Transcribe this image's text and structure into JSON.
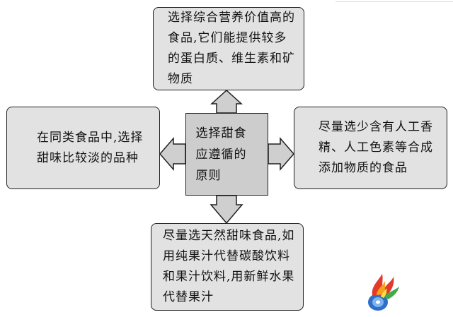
{
  "diagram": {
    "center": {
      "text": "选择甜食应遵循的原则"
    },
    "top": {
      "text": "选择综合营养价值高的食品,它们能提供较多的蛋白质、维生素和矿物质"
    },
    "left": {
      "text": "在同类食品中,选择甜味比较淡的品种"
    },
    "right": {
      "text": "尽量选少含有人工香精、人工色素等合成添加物质的食品"
    },
    "bottom": {
      "text": "尽量选天然甜味食品,如用纯果汁代替碳酸饮料和果汁饮料,用新鲜水果代替果汁"
    }
  },
  "colors": {
    "box_fill": "#e2e2e2",
    "center_fill": "#cdcdcd",
    "arrow_fill": "#cfcfcf",
    "border": "#1f1f1f"
  },
  "icons": {
    "logo": "flame-disc-logo-icon"
  }
}
